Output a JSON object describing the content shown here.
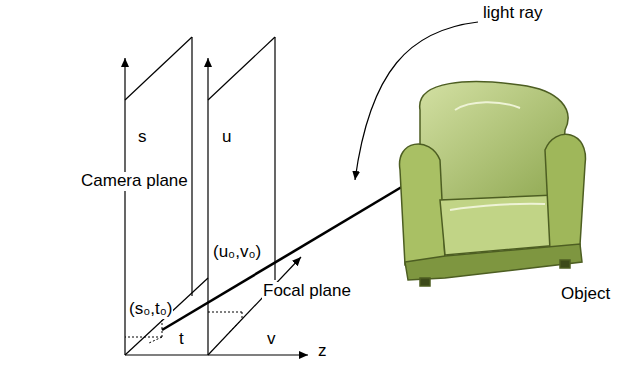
{
  "diagram": {
    "labels": [
      "light ray",
      "s",
      "u",
      "Camera plane",
      "(u₀,v₀)",
      "(s₀,t₀)",
      "Focal plane",
      "t",
      "v",
      "z",
      "Object"
    ]
  }
}
